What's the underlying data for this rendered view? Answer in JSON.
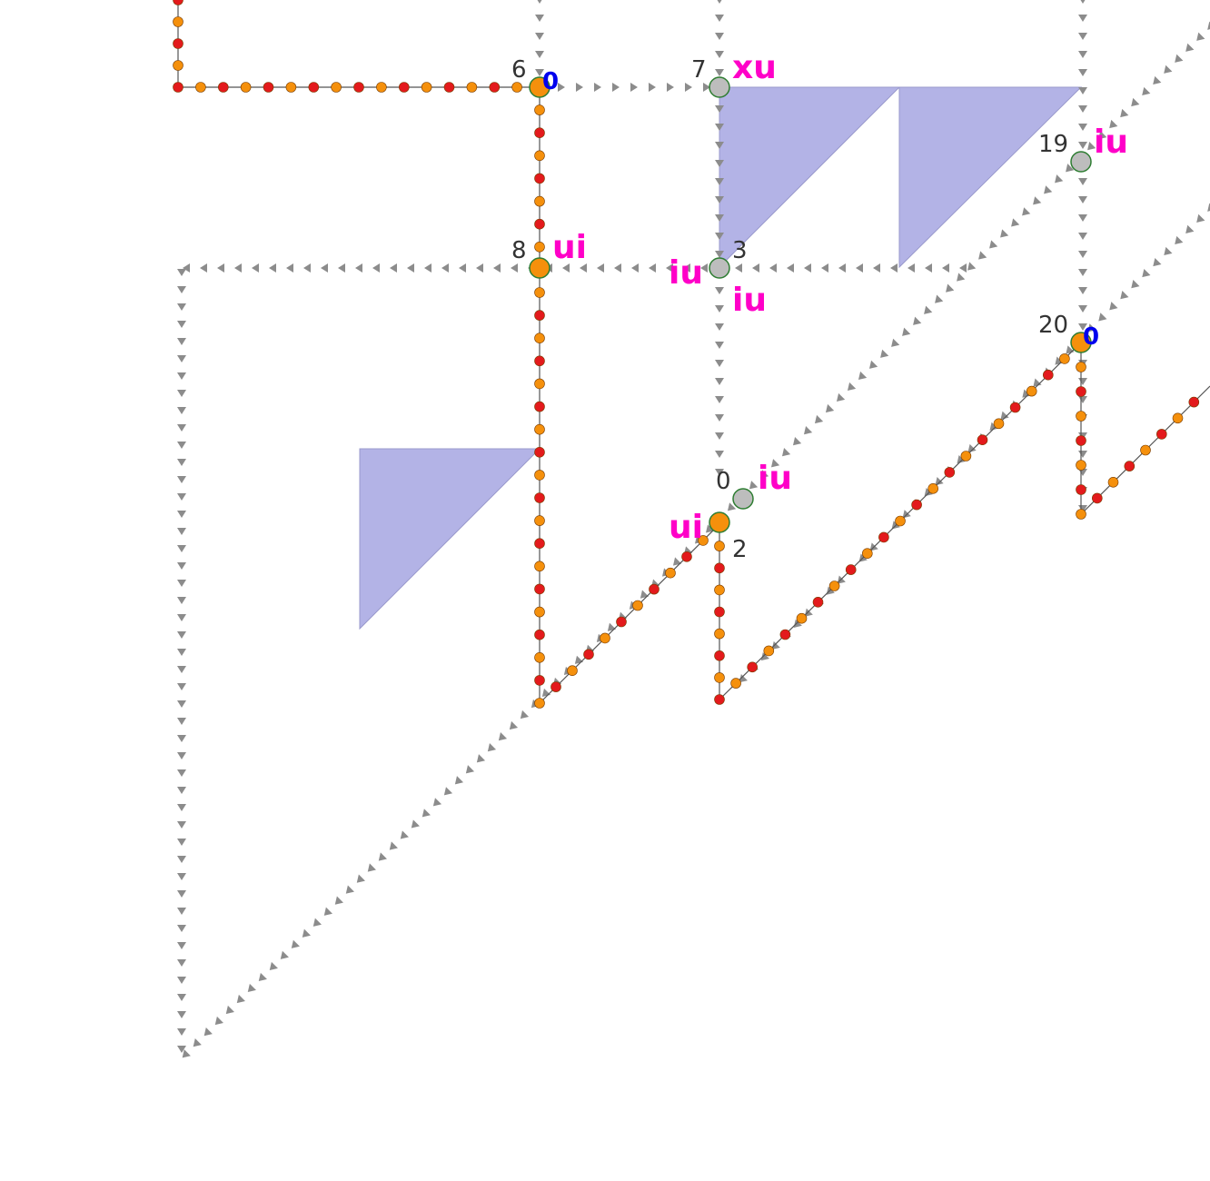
{
  "colors": {
    "background": "#ffffff",
    "arrow": "#8c8c8c",
    "path_line": "#555555",
    "dot_red": "#e31a1c",
    "dot_orange": "#f5900c",
    "triangle_fill": "#b3b3e6",
    "triangle_stroke": "#9999cc",
    "node_gray": "#bdbdbd",
    "node_orange": "#f5900c",
    "node_stroke": "#2e7d32",
    "label_magenta": "#ff00c8",
    "label_blue": "#0000ee",
    "number_text": "#333333"
  },
  "nodes": [
    {
      "id": "n6",
      "number": "6",
      "fill": "orange",
      "labels": [
        "0"
      ]
    },
    {
      "id": "n7",
      "number": "7",
      "fill": "gray",
      "labels": [
        "xu"
      ]
    },
    {
      "id": "n8",
      "number": "8",
      "fill": "orange",
      "labels": [
        "ui"
      ]
    },
    {
      "id": "n3",
      "number": "3",
      "fill": "gray",
      "labels": [
        "iu",
        "iu"
      ]
    },
    {
      "id": "n19",
      "number": "19",
      "fill": "gray",
      "labels": [
        "iu"
      ]
    },
    {
      "id": "n20",
      "number": "20",
      "fill": "orange",
      "labels": [
        "0"
      ]
    },
    {
      "id": "n0",
      "number": "0",
      "fill": "gray",
      "labels": [
        "iu"
      ]
    },
    {
      "id": "n2",
      "number": "2",
      "fill": "orange",
      "labels": [
        "ui"
      ]
    }
  ]
}
